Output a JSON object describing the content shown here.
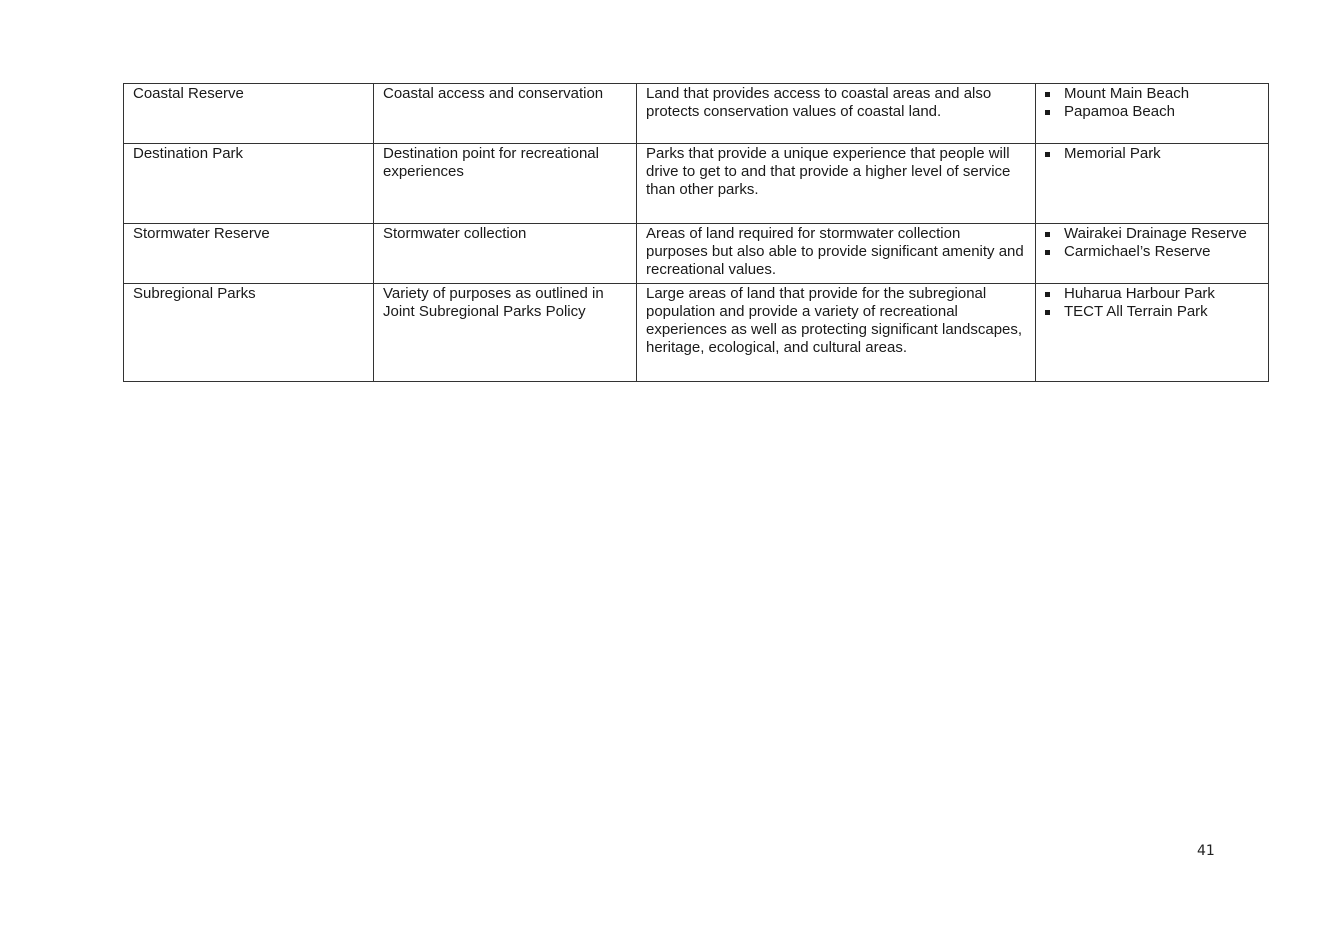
{
  "table": {
    "rows": [
      {
        "category": "Coastal Reserve",
        "purpose": "Coastal access and conservation",
        "description": "Land that provides access to coastal areas and also protects conservation values of coastal land.",
        "examples": [
          "Mount Main Beach",
          "Papamoa Beach"
        ]
      },
      {
        "category": "Destination Park",
        "purpose": "Destination point for recreational experiences",
        "description": "Parks that provide a unique experience that people will drive to get to and that provide a higher level of service than other parks.",
        "examples": [
          "Memorial Park"
        ]
      },
      {
        "category": "Stormwater Reserve",
        "purpose": "Stormwater collection",
        "description": "Areas of land required for stormwater collection purposes but also able to provide significant amenity and recreational values.",
        "examples": [
          "Wairakei Drainage Reserve",
          "Carmichael’s Reserve"
        ]
      },
      {
        "category": "Subregional Parks",
        "purpose": "Variety of purposes as outlined in Joint Subregional Parks Policy",
        "description": "Large areas of land that provide for the subregional population and provide a variety of recreational experiences as well as protecting significant landscapes, heritage, ecological, and cultural areas.",
        "examples": [
          "Huharua Harbour Park",
          "TECT All Terrain Park"
        ]
      }
    ]
  },
  "page": {
    "number": "41"
  }
}
